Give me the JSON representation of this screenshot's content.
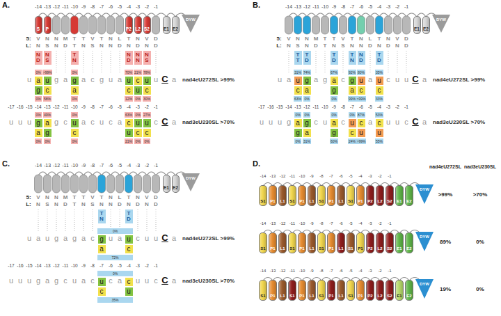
{
  "diagram": {
    "nodes": [
      {
        "text": [
          "S"
        ]
      },
      {
        "text": [
          "P"
        ]
      },
      {
        "text": [
          "P2"
        ]
      },
      {
        "text": [
          "L2"
        ]
      },
      {
        "text": [
          "S2"
        ]
      },
      {
        "text": [
          "E1"
        ]
      },
      {
        "text": [
          "E2"
        ]
      },
      {
        "text": [
          "DYW"
        ]
      },
      {
        "text": [
          "N",
          "D"
        ]
      },
      {
        "text": [
          "N",
          "S"
        ]
      },
      {
        "text": [
          "T",
          "N"
        ]
      },
      {
        "text": [
          "N",
          "D"
        ]
      },
      {
        "text": [
          "N",
          "N"
        ]
      },
      {
        "text": [
          "N",
          "S"
        ]
      },
      {
        "text": [
          "0%"
        ]
      },
      {
        "text": [
          ">99%"
        ]
      },
      {
        "text": [
          "0%"
        ]
      },
      {
        "text": [
          "70%"
        ]
      },
      {
        "text": [
          "21%"
        ]
      },
      {
        "text": [
          "78%"
        ]
      },
      {
        "text": [
          "a"
        ]
      },
      {
        "text": [
          "u"
        ]
      },
      {
        "text": [
          "g"
        ]
      },
      {
        "text": [
          "u"
        ]
      },
      {
        "text": [
          "c"
        ]
      },
      {
        "text": [
          "u"
        ]
      },
      {
        "text": [
          "g"
        ]
      },
      {
        "text": [
          "c"
        ]
      },
      {
        "text": [
          "a"
        ]
      },
      {
        "text": [
          "c"
        ]
      },
      {
        "text": [
          "u"
        ]
      },
      {
        "text": [
          "c"
        ]
      },
      {
        "text": [
          "0%"
        ]
      },
      {
        "text": [
          "58%"
        ]
      },
      {
        "text": [
          "0%"
        ]
      },
      {
        "text": [
          "12%"
        ]
      },
      {
        "text": [
          "0%"
        ]
      },
      {
        "text": [
          "30%"
        ]
      },
      {
        "text": [
          "0%"
        ]
      },
      {
        "text": [
          "49%"
        ]
      },
      {
        "text": [
          "0%"
        ]
      },
      {
        "text": [
          "63%"
        ]
      },
      {
        "text": [
          "0%"
        ]
      },
      {
        "text": [
          "27%"
        ]
      },
      {
        "text": [
          "g"
        ]
      },
      {
        "text": [
          "a"
        ]
      },
      {
        "text": [
          "u"
        ]
      },
      {
        "text": [
          "c"
        ]
      },
      {
        "text": [
          "u"
        ]
      },
      {
        "text": [
          "u"
        ]
      },
      {
        "text": [
          "a"
        ]
      },
      {
        "text": [
          "g"
        ]
      },
      {
        "text": [
          "c"
        ]
      },
      {
        "text": [
          "u"
        ]
      },
      {
        "text": [
          "c"
        ]
      },
      {
        "text": [
          "c"
        ]
      },
      {
        "text": [
          "0%"
        ]
      },
      {
        "text": [
          "0%"
        ]
      },
      {
        "text": [
          "0%"
        ]
      },
      {
        "text": [
          "21%"
        ]
      },
      {
        "text": [
          "0%"
        ]
      },
      {
        "text": [
          "0%"
        ]
      },
      {
        "text": [
          "E1"
        ]
      },
      {
        "text": [
          "E2"
        ]
      },
      {
        "text": [
          "DYW"
        ]
      },
      {
        "text": [
          "T",
          "T"
        ]
      },
      {
        "text": [
          "T",
          "D"
        ]
      },
      {
        "text": [
          "T",
          "D"
        ]
      },
      {
        "text": [
          "T",
          "N"
        ]
      },
      {
        "text": [
          "N",
          "D"
        ]
      },
      {
        "text": [
          "T",
          "D"
        ]
      },
      {
        "text": [
          "31%"
        ]
      },
      {
        "text": [
          "74%"
        ]
      },
      {
        "text": [
          "67%"
        ]
      },
      {
        "text": [
          "92%"
        ]
      },
      {
        "text": [
          "80%"
        ]
      },
      {
        "text": [
          "35%"
        ]
      },
      {
        "text": [
          "u"
        ]
      },
      {
        "text": [
          "g"
        ]
      },
      {
        "text": [
          "a"
        ]
      },
      {
        "text": [
          "g"
        ]
      },
      {
        "text": [
          "u"
        ]
      },
      {
        "text": [
          "u"
        ]
      },
      {
        "text": [
          "c"
        ]
      },
      {
        "text": [
          "a"
        ]
      },
      {
        "text": [
          "g"
        ]
      },
      {
        "text": [
          "a"
        ]
      },
      {
        "text": [
          "c"
        ]
      },
      {
        "text": [
          "c"
        ]
      },
      {
        "text": [
          "63%"
        ]
      },
      {
        "text": [
          "0%"
        ]
      },
      {
        "text": [
          "0%"
        ]
      },
      {
        "text": [
          "99%"
        ]
      },
      {
        "text": [
          ">99%"
        ]
      },
      {
        "text": [
          "33%"
        ]
      },
      {
        "text": [
          "0%"
        ]
      },
      {
        "text": [
          "0%"
        ]
      },
      {
        "text": [
          "0%"
        ]
      },
      {
        "text": [
          "0%"
        ]
      },
      {
        "text": [
          "87%"
        ]
      },
      {
        "text": [
          "53%"
        ]
      },
      {
        "text": [
          "a"
        ]
      },
      {
        "text": [
          "g"
        ]
      },
      {
        "text": [
          "a"
        ]
      },
      {
        "text": [
          "u"
        ]
      },
      {
        "text": [
          "c"
        ]
      },
      {
        "text": [
          "c"
        ]
      },
      {
        "text": [
          "g"
        ]
      },
      {
        "text": [
          "a"
        ]
      },
      {
        "text": [
          "g"
        ]
      },
      {
        "text": [
          "c"
        ]
      },
      {
        "text": [
          "u"
        ]
      },
      {
        "text": [
          "u"
        ]
      },
      {
        "text": [
          "0%"
        ]
      },
      {
        "text": [
          "31%"
        ]
      },
      {
        "text": [
          "60%"
        ]
      },
      {
        "text": [
          "24%"
        ]
      },
      {
        "text": [
          ">99%"
        ]
      },
      {
        "text": [
          "55%"
        ]
      },
      {
        "text": [
          "E1"
        ]
      },
      {
        "text": [
          "E2"
        ]
      },
      {
        "text": [
          "DYW"
        ]
      },
      {
        "text": [
          "T",
          "N"
        ]
      },
      {
        "text": [
          "T",
          "D"
        ]
      },
      {
        "text": [
          "0%"
        ]
      },
      {
        "text": [
          "g"
        ]
      },
      {
        "text": [
          "u"
        ]
      },
      {
        "text": [
          "a"
        ]
      },
      {
        "text": [
          "c"
        ]
      },
      {
        "text": [
          "72%"
        ]
      },
      {
        "text": [
          "0%"
        ]
      },
      {
        "text": [
          "u"
        ]
      },
      {
        "text": [
          "c"
        ]
      },
      {
        "text": [
          "c"
        ]
      },
      {
        "text": [
          "u"
        ]
      },
      {
        "text": [
          "35%"
        ]
      },
      {
        "text": [
          "S1"
        ]
      },
      {
        "text": [
          "P1"
        ]
      },
      {
        "text": [
          "L1"
        ]
      },
      {
        "text": [
          "S1"
        ]
      },
      {
        "text": [
          "P1"
        ]
      },
      {
        "text": [
          "L1"
        ]
      },
      {
        "text": [
          "S1"
        ]
      },
      {
        "text": [
          "P1"
        ]
      },
      {
        "text": [
          "L1"
        ]
      },
      {
        "text": [
          "S1"
        ]
      },
      {
        "text": [
          "P1"
        ]
      },
      {
        "text": [
          "P2"
        ]
      },
      {
        "text": [
          "L2"
        ]
      },
      {
        "text": [
          "S2"
        ]
      },
      {
        "text": [
          "E1"
        ]
      },
      {
        "text": [
          "E2"
        ]
      },
      {
        "text": [
          "DYW"
        ]
      },
      {
        "text": [
          "S1"
        ]
      },
      {
        "text": [
          "P1"
        ]
      },
      {
        "text": [
          "L1"
        ]
      },
      {
        "text": [
          "S1"
        ]
      },
      {
        "text": [
          "P1"
        ]
      },
      {
        "text": [
          "L1"
        ]
      },
      {
        "text": [
          "S1"
        ]
      },
      {
        "text": [
          "P1"
        ]
      },
      {
        "text": [
          "L1"
        ]
      },
      {
        "text": [
          "S1"
        ]
      },
      {
        "text": [
          "P1"
        ]
      },
      {
        "text": [
          "P2"
        ]
      },
      {
        "text": [
          "L2"
        ]
      },
      {
        "text": [
          "S2"
        ]
      },
      {
        "text": [
          "E1"
        ]
      },
      {
        "text": [
          "E2"
        ]
      },
      {
        "text": [
          "DYW"
        ]
      },
      {
        "text": [
          "S1"
        ]
      },
      {
        "text": [
          "P1"
        ]
      },
      {
        "text": [
          "L1"
        ]
      },
      {
        "text": [
          "S1"
        ]
      },
      {
        "text": [
          "P1"
        ]
      },
      {
        "text": [
          "L1"
        ]
      },
      {
        "text": [
          "S1"
        ]
      },
      {
        "text": [
          "P1"
        ]
      },
      {
        "text": [
          "L1"
        ]
      },
      {
        "text": [
          "S1"
        ]
      },
      {
        "text": [
          "P1"
        ]
      },
      {
        "text": [
          "P2"
        ]
      },
      {
        "text": [
          "L2"
        ]
      },
      {
        "text": [
          "S2"
        ]
      },
      {
        "text": [
          "E1"
        ]
      },
      {
        "text": [
          "E2"
        ]
      },
      {
        "text": [
          "DYW"
        ]
      }
    ],
    "labels": [
      "A.",
      "-14",
      "-13",
      "-12",
      "-11",
      "-10",
      "-9",
      "-8",
      "-7",
      "-6",
      "-5",
      "-4",
      "-3",
      "-2",
      "-1",
      "5:",
      "V",
      "N",
      "N",
      "M",
      "T",
      "T",
      "V",
      "T",
      "N",
      "L",
      "T",
      "N",
      "V",
      "D",
      "L:",
      "N",
      "S",
      "N",
      "D",
      "T",
      "N",
      "S",
      "N",
      "N",
      "D",
      "N",
      "D",
      "N",
      "D",
      "u",
      "g",
      "a",
      "a",
      "c",
      "g",
      "u",
      "a",
      "u",
      "C",
      "a",
      "nad4eU272SL >99%",
      "-17",
      "-16",
      "-15",
      "-14",
      "-13",
      "-12",
      "-11",
      "-10",
      "-9",
      "-8",
      "-7",
      "-6",
      "-5",
      "-4",
      "-3",
      "-2",
      "-1",
      "u",
      "u",
      "u",
      "g",
      "c",
      "a",
      "c",
      "u",
      "c",
      "a",
      "c",
      "C",
      "a",
      "nad3eU230SL >70%",
      "B.",
      "-14",
      "-13",
      "-12",
      "-11",
      "-10",
      "-9",
      "-8",
      "-7",
      "-6",
      "-5",
      "-4",
      "-3",
      "-2",
      "-1",
      "5:",
      "V",
      "N",
      "N",
      "M",
      "T",
      "T",
      "V",
      "T",
      "N",
      "L",
      "T",
      "N",
      "V",
      "D",
      "L:",
      "N",
      "S",
      "N",
      "D",
      "T",
      "N",
      "S",
      "N",
      "N",
      "D",
      "N",
      "D",
      "N",
      "D",
      "u",
      "a",
      "a",
      "g",
      "c",
      "a",
      "c",
      "u",
      "u",
      "C",
      "a",
      "nad4eU272SL >99%",
      "-17",
      "-16",
      "-15",
      "-14",
      "-13",
      "-12",
      "-11",
      "-10",
      "-9",
      "-8",
      "-7",
      "-6",
      "-5",
      "-4",
      "-3",
      "-2",
      "-1",
      "u",
      "u",
      "u",
      "g",
      "c",
      "u",
      "c",
      "a",
      "u",
      "u",
      "c",
      "C",
      "a",
      "nad3eU230SL >70%",
      "C.",
      "-14",
      "-13",
      "-12",
      "-11",
      "-10",
      "-9",
      "-8",
      "-7",
      "-6",
      "-5",
      "-4",
      "-3",
      "-2",
      "-1",
      "5:",
      "V",
      "N",
      "N",
      "M",
      "T",
      "T",
      "V",
      "T",
      "N",
      "L",
      "T",
      "N",
      "V",
      "D",
      "L:",
      "N",
      "S",
      "N",
      "D",
      "T",
      "N",
      "S",
      "N",
      "N",
      "D",
      "N",
      "D",
      "N",
      "D",
      "u",
      "a",
      "u",
      "g",
      "a",
      "g",
      "a",
      "c",
      "u",
      "a",
      "c",
      "u",
      "u",
      "C",
      "a",
      "nad4eU272SL >99%",
      "-17",
      "-16",
      "-15",
      "-14",
      "-13",
      "-12",
      "-11",
      "-10",
      "-9",
      "-8",
      "-7",
      "-6",
      "-5",
      "-4",
      "-3",
      "-2",
      "-1",
      "u",
      "u",
      "u",
      "g",
      "a",
      "g",
      "c",
      "u",
      "a",
      "c",
      "c",
      "a",
      "u",
      "u",
      "c",
      "C",
      "a",
      "nad3eU230SL >70%",
      "D.",
      "nad4eU272SL",
      "nad3eU230SL",
      "-14",
      "-13",
      "-12",
      "-11",
      "-10",
      "-9",
      "-8",
      "-7",
      "-6",
      "-5",
      "-4",
      "-3",
      "-2",
      "-1",
      ">99%",
      ">70%",
      "-14",
      "-13",
      "-12",
      "-11",
      "-10",
      "-9",
      "-8",
      "-7",
      "-6",
      "-5",
      "-4",
      "-3",
      "-2",
      "-1",
      "89%",
      "0%",
      "-14",
      "-13",
      "-12",
      "-11",
      "-10",
      "-9",
      "-8",
      "-7",
      "-6",
      "-5",
      "-4",
      "-3",
      "-2",
      "-1",
      "19%",
      "0%"
    ]
  }
}
